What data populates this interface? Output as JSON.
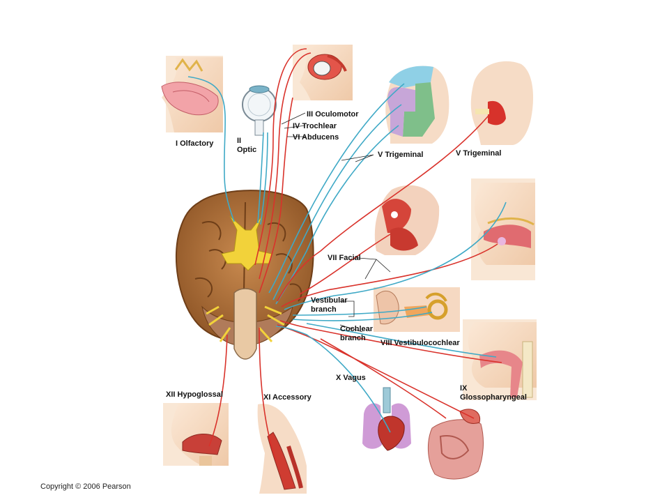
{
  "labels": {
    "olfactory": "I Olfactory",
    "optic_num": "II",
    "optic": "Optic",
    "oculomotor": "III Oculomotor",
    "trochlear": "IV Trochlear",
    "abducens": "VI Abducens",
    "trigeminal_1": "V Trigeminal",
    "trigeminal_2": "V Trigeminal",
    "facial": "VII Facial",
    "vestibular_1": "Vestibular",
    "vestibular_2": "branch",
    "cochlear_1": "Cochlear",
    "cochlear_2": "branch",
    "vestibulocochlear": "VIII Vestibulocochlear",
    "vagus": "X Vagus",
    "glosso_1": "IX",
    "glosso_2": "Glossopharyngeal",
    "hypoglossal": "XII Hypoglossal",
    "accessory": "XI Accessory"
  },
  "copyright": "Copyright © 2006 Pearson",
  "colors": {
    "motor_nerve": "#d9322b",
    "sensory_nerve": "#3fa9c6",
    "brain": "#b9773f",
    "skin": "#f7dcc4",
    "muscle": "#d84a3a"
  }
}
